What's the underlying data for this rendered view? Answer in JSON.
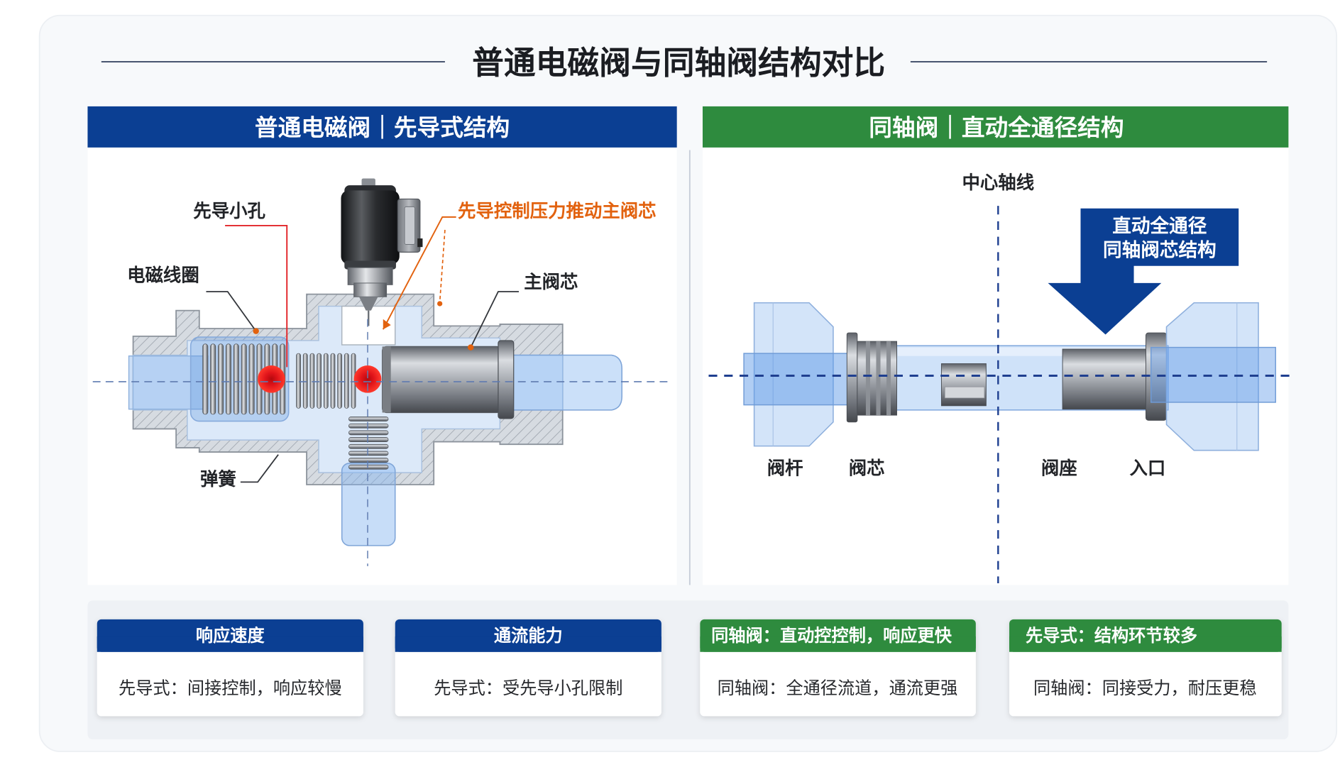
{
  "title": "普通电磁阀与同轴阀结构对比",
  "left_panel": {
    "header": "普通电磁阀｜先导式结构",
    "labels": {
      "pilot_hole": "先导小孔",
      "pilot_pressure": "先导控制压力推动主阀芯",
      "coil": "电磁线圈",
      "main_spool": "主阀芯",
      "spring": "弹簧"
    }
  },
  "right_panel": {
    "header": "同轴阀｜直动全通径结构",
    "axis_label": "中心轴线",
    "callout": [
      "直动全通径",
      "同轴阀芯结构"
    ],
    "labels": {
      "stem": "阀杆",
      "core": "阀芯",
      "seat": "阀座",
      "inlet": "入口"
    }
  },
  "cards": [
    {
      "header": "响应速度",
      "body": "先导式：间接控制，响应较慢",
      "header_color": "#0b3f93"
    },
    {
      "header": "通流能力",
      "body": "先导式：受先导小孔限制",
      "header_color": "#0b3f93"
    },
    {
      "header": "同轴阀：直动控控制，响应更快",
      "body": "同轴阀：全通径流道，通流更强",
      "header_color": "#2e8b3e"
    },
    {
      "header": "先导式：结构环节较多",
      "body": "同轴阀：同接受力，耐压更稳",
      "header_color": "#2e8b3e"
    }
  ],
  "colors": {
    "blue": "#0b3f93",
    "green": "#2e8b3e",
    "orange": "#e2620f"
  }
}
